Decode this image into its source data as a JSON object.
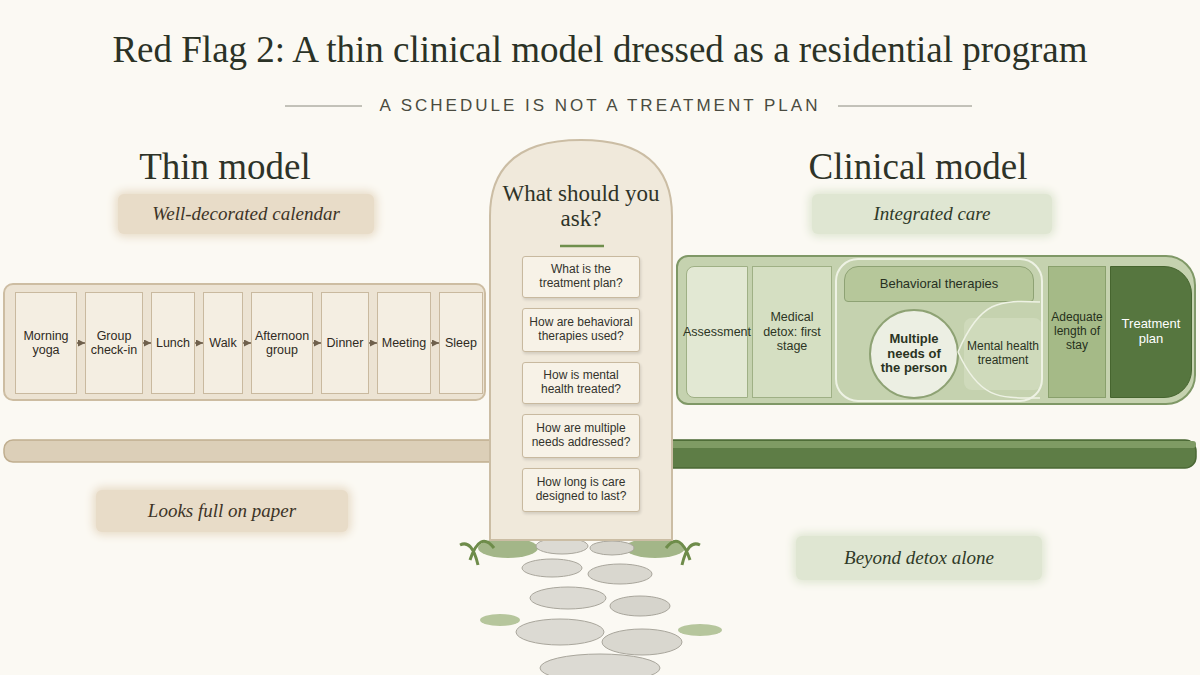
{
  "diagram": {
    "title": "Red Flag 2: A thin clinical model dressed as a residential program",
    "nodes": [
      {
        "text": [
          "Thin model"
        ]
      },
      {
        "text": [
          "Well-decorated calendar"
        ]
      },
      {
        "text": [
          "Morning yoga"
        ],
        "in": 0
      },
      {
        "text": [
          "Group check-in"
        ],
        "in": 0
      },
      {
        "text": [
          "Lunch"
        ],
        "in": 0
      },
      {
        "text": [
          "Walk"
        ],
        "in": 0
      },
      {
        "text": [
          "Afternoon group"
        ],
        "in": 0
      },
      {
        "text": [
          "Dinner"
        ],
        "in": 0
      },
      {
        "text": [
          "Meeting"
        ],
        "in": 0
      },
      {
        "text": [
          "Sleep"
        ],
        "in": 0
      },
      {
        "text": [
          "Looks full on paper"
        ]
      },
      {
        "text": [
          "What should you ask?"
        ]
      },
      {
        "text": [
          "What is the treatment plan?"
        ],
        "in": 11
      },
      {
        "text": [
          "How are behavioral therapies used?"
        ],
        "in": 11
      },
      {
        "text": [
          "How is mental health treated?"
        ],
        "in": 11
      },
      {
        "text": [
          "How are multiple needs addressed?"
        ],
        "in": 11
      },
      {
        "text": [
          "How long is care designed to last?"
        ],
        "in": 11
      },
      {
        "text": [
          "Clinical model"
        ]
      },
      {
        "text": [
          "Integrated care"
        ]
      },
      {
        "text": [
          "Assessment"
        ],
        "in": 17
      },
      {
        "text": [
          "Medical detox: first stage"
        ],
        "in": 17
      },
      {
        "text": [
          "Behavioral therapies"
        ],
        "in": 17
      },
      {
        "text": [
          "Multiple needs of the person"
        ],
        "in": 17
      },
      {
        "text": [
          "Mental health treatment"
        ],
        "in": 17
      },
      {
        "text": [
          "Adequate length of stay"
        ],
        "in": 17
      },
      {
        "text": [
          "Treatment plan"
        ],
        "in": 17
      },
      {
        "text": [
          "Beyond detox alone"
        ]
      }
    ],
    "edges": [
      {
        "from": 2,
        "to": 3,
        "arrow": "to"
      },
      {
        "from": 3,
        "to": 4,
        "arrow": "to"
      },
      {
        "from": 4,
        "to": 5,
        "arrow": "to"
      },
      {
        "from": 5,
        "to": 6,
        "arrow": "to"
      },
      {
        "from": 6,
        "to": 7,
        "arrow": "to"
      },
      {
        "from": 7,
        "to": 8,
        "arrow": "to"
      },
      {
        "from": 8,
        "to": 9,
        "arrow": "to"
      }
    ],
    "labels": [
      "A SCHEDULE IS NOT A TREATMENT PLAN"
    ]
  }
}
